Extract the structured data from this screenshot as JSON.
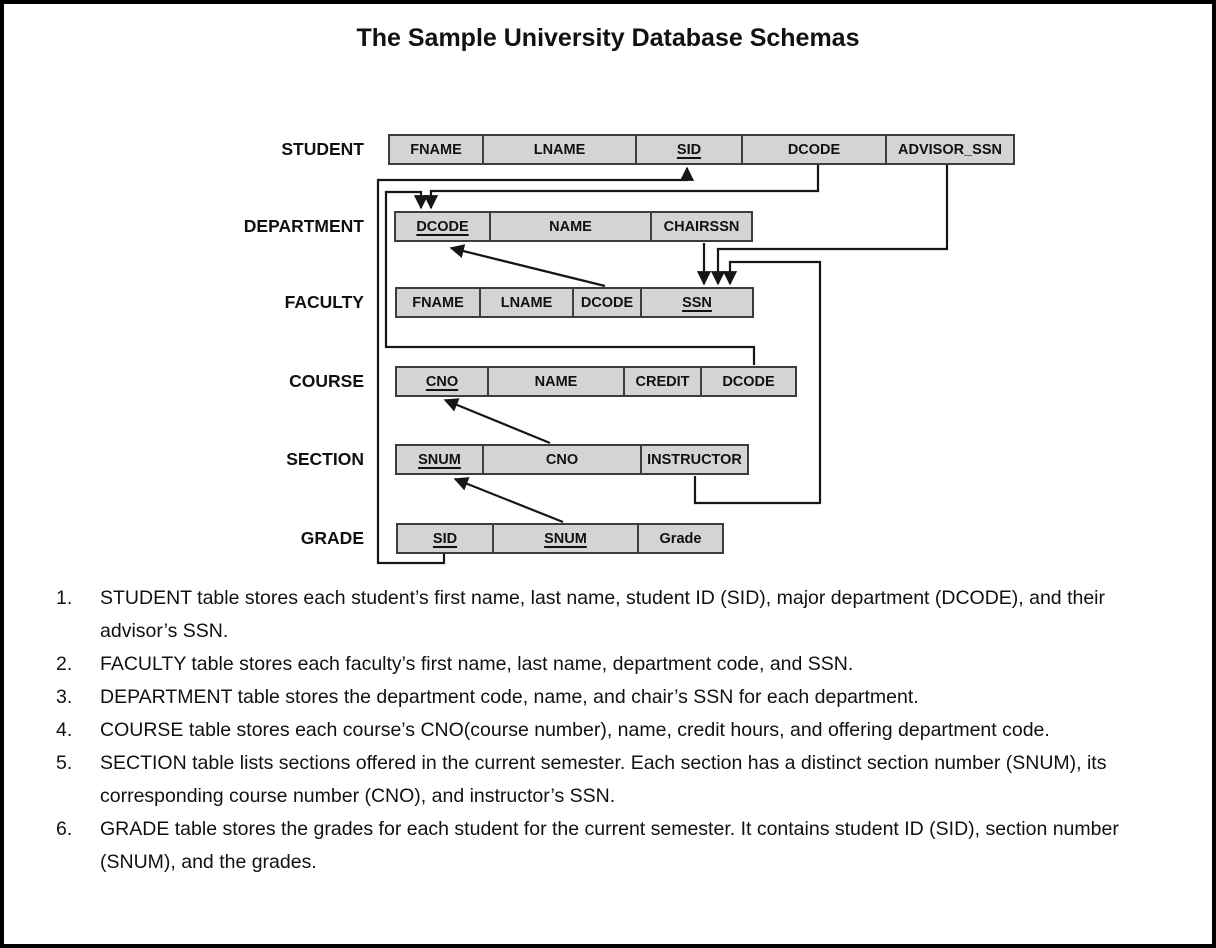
{
  "title": "The Sample University Database Schemas",
  "colors": {
    "cell_fill": "#d4d4d4",
    "cell_border": "#3d3d3d",
    "connector_line": "#161616",
    "text": "#111111",
    "page_background": "#ffffff"
  },
  "diagram": {
    "tables": [
      {
        "name": "STUDENT",
        "columns": [
          {
            "label": "FNAME",
            "underlined": false
          },
          {
            "label": "LNAME",
            "underlined": false
          },
          {
            "label": "SID",
            "underlined": true
          },
          {
            "label": "DCODE",
            "underlined": false
          },
          {
            "label": "ADVISOR_SSN",
            "underlined": false
          }
        ]
      },
      {
        "name": "DEPARTMENT",
        "columns": [
          {
            "label": "DCODE",
            "underlined": true
          },
          {
            "label": "NAME",
            "underlined": false
          },
          {
            "label": "CHAIRSSN",
            "underlined": false
          }
        ]
      },
      {
        "name": "FACULTY",
        "columns": [
          {
            "label": "FNAME",
            "underlined": false
          },
          {
            "label": "LNAME",
            "underlined": false
          },
          {
            "label": "DCODE",
            "underlined": false
          },
          {
            "label": "SSN",
            "underlined": true
          }
        ]
      },
      {
        "name": "COURSE",
        "columns": [
          {
            "label": "CNO",
            "underlined": true
          },
          {
            "label": "NAME",
            "underlined": false
          },
          {
            "label": "CREDIT",
            "underlined": false
          },
          {
            "label": "DCODE",
            "underlined": false
          }
        ]
      },
      {
        "name": "SECTION",
        "columns": [
          {
            "label": "SNUM",
            "underlined": true
          },
          {
            "label": "CNO",
            "underlined": false
          },
          {
            "label": "INSTRUCTOR",
            "underlined": false
          }
        ]
      },
      {
        "name": "GRADE",
        "columns": [
          {
            "label": "SID",
            "underlined": true
          },
          {
            "label": "SNUM",
            "underlined": true
          },
          {
            "label": "Grade",
            "underlined": false
          }
        ]
      }
    ],
    "relationships": [
      {
        "from": "STUDENT.DCODE",
        "to": "DEPARTMENT.DCODE"
      },
      {
        "from": "STUDENT.ADVISOR_SSN",
        "to": "FACULTY.SSN"
      },
      {
        "from": "DEPARTMENT.CHAIRSSN",
        "to": "FACULTY.SSN"
      },
      {
        "from": "FACULTY.DCODE",
        "to": "DEPARTMENT.DCODE"
      },
      {
        "from": "COURSE.DCODE",
        "to": "DEPARTMENT.DCODE"
      },
      {
        "from": "SECTION.CNO",
        "to": "COURSE.CNO"
      },
      {
        "from": "SECTION.INSTRUCTOR",
        "to": "FACULTY.SSN"
      },
      {
        "from": "GRADE.SID",
        "to": "STUDENT.SID"
      },
      {
        "from": "GRADE.SNUM",
        "to": "SECTION.SNUM"
      }
    ]
  },
  "notes": [
    {
      "num": "1.",
      "text": "STUDENT table stores each student’s first name, last name, student ID (SID), major department (DCODE), and their advisor’s SSN."
    },
    {
      "num": "2.",
      "text": "FACULTY table stores each faculty’s first name, last name, department code, and SSN."
    },
    {
      "num": "3.",
      "text": "DEPARTMENT table stores the department code, name, and chair’s SSN for each department."
    },
    {
      "num": "4.",
      "text": "COURSE table stores each course’s CNO(course number), name, credit hours, and offering department code."
    },
    {
      "num": "5.",
      "text": "SECTION table lists sections offered in the current semester. Each section has a distinct section number (SNUM), its corresponding course number (CNO), and instructor’s SSN."
    },
    {
      "num": "6.",
      "text": "GRADE table stores the grades for each student for the current semester. It contains student ID (SID), section number (SNUM), and the grades."
    }
  ]
}
